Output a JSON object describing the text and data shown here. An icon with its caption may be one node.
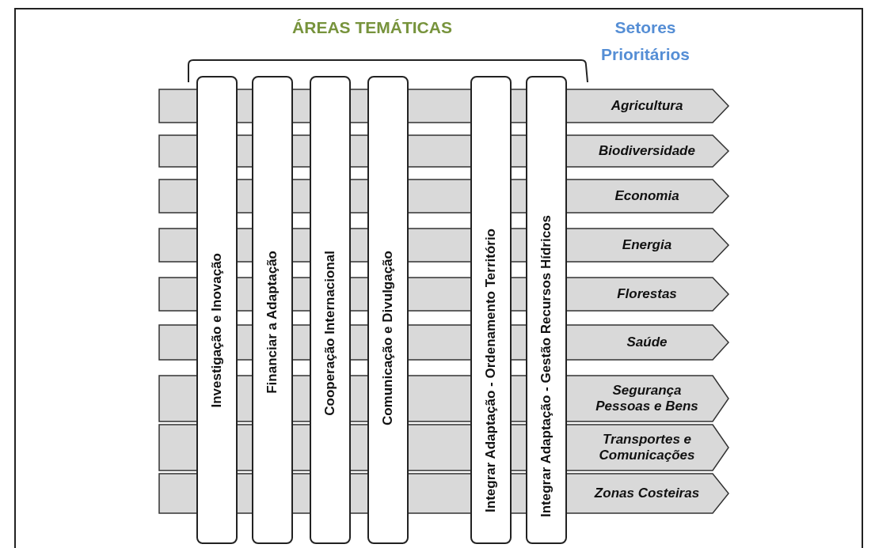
{
  "diagram": {
    "nodes": [
      {
        "text": [
          "Investigação e Inovação"
        ]
      },
      {
        "text": [
          "Financiar a Adaptação"
        ]
      },
      {
        "text": [
          "Cooperação Internacional"
        ]
      },
      {
        "text": [
          "Comunicação e Divulgação"
        ]
      },
      {
        "text": [
          "Integrar Adaptação - Ordenamento Território"
        ]
      },
      {
        "text": [
          "Integrar Adaptação - Gestão Recursos Hídricos"
        ]
      },
      {
        "text": [
          "Agricultura"
        ]
      },
      {
        "text": [
          "Biodiversidade"
        ]
      },
      {
        "text": [
          "Economia"
        ]
      },
      {
        "text": [
          "Energia"
        ]
      },
      {
        "text": [
          "Florestas"
        ]
      },
      {
        "text": [
          "Saúde"
        ]
      },
      {
        "text": [
          "Segurança Pessoas e Bens"
        ]
      },
      {
        "text": [
          "Transportes e Comunicações"
        ]
      },
      {
        "text": [
          "Zonas Costeiras"
        ]
      }
    ],
    "edges": [],
    "labels": [
      "ÁREAS TEMÁTICAS",
      "Setores Prioritários"
    ]
  }
}
